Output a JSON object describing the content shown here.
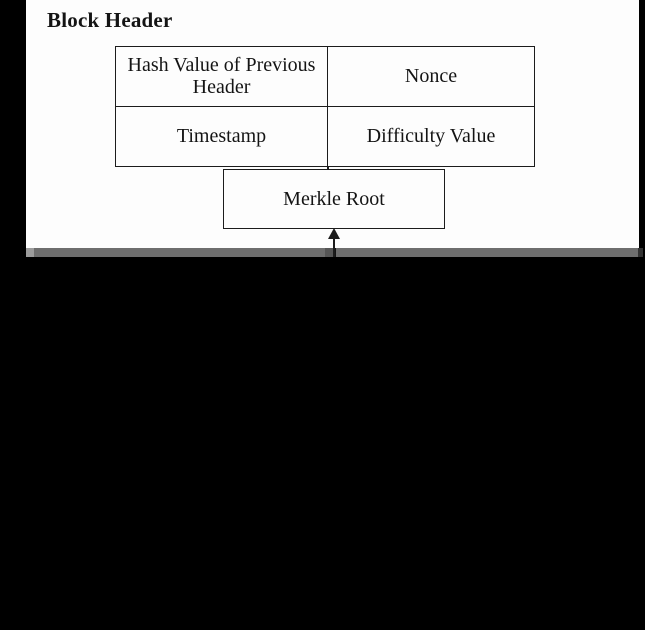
{
  "slide": {
    "title": "Block Header",
    "table": {
      "rows": [
        [
          "Hash Value of Previous Header",
          "Nonce"
        ],
        [
          "Timestamp",
          "Difficulty Value"
        ]
      ]
    },
    "merkle_label": "Merkle Root"
  },
  "icons": {
    "arrow_up": "arrow pointing up into Merkle Root box"
  },
  "colors": {
    "background": "#000000",
    "slide_bg": "#fdfdfd",
    "line": "#1c1c1c",
    "text": "#141414",
    "bar_track": "#6e6e6e",
    "bar_left_cap": "#9c9c9c",
    "bar_dark_segment": "#565656",
    "bar_right_cap": "#333333"
  }
}
